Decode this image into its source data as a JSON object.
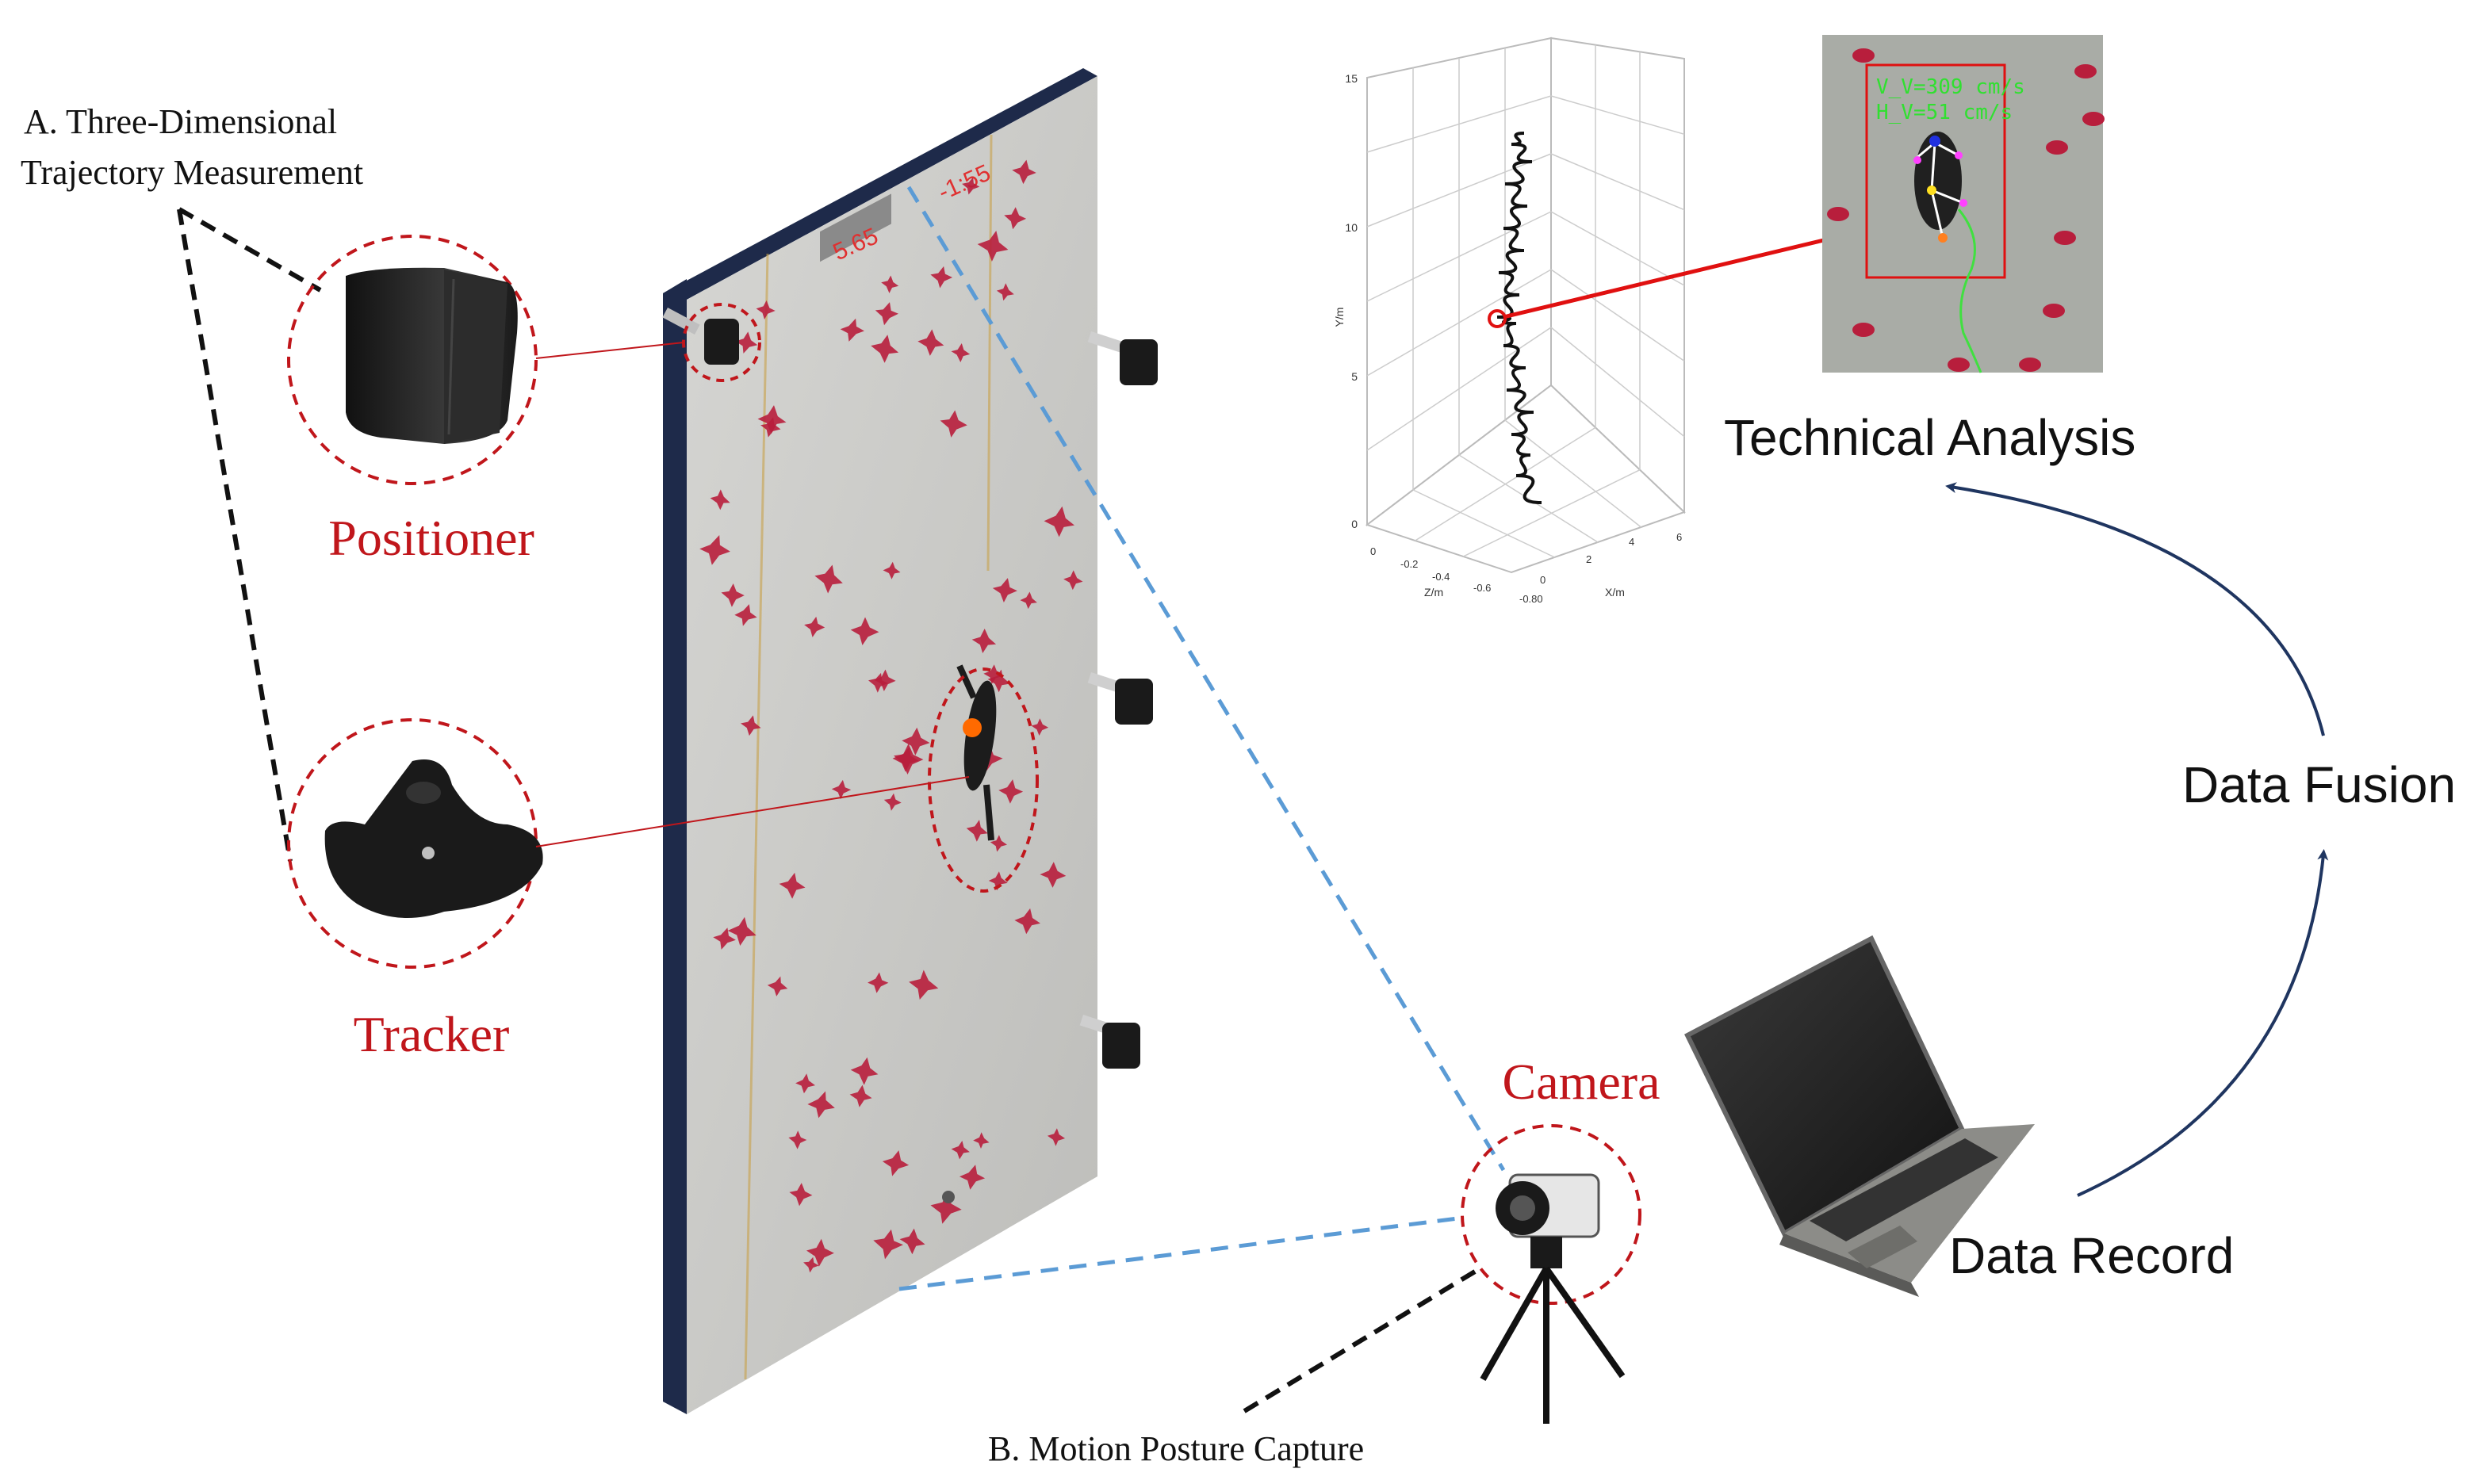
{
  "labels": {
    "section_a_line1": "A. Three-Dimensional",
    "section_a_line2": "Trajectory Measurement",
    "positioner": "Positioner",
    "tracker": "Tracker",
    "camera": "Camera",
    "section_b": "B. Motion Posture Capture",
    "technical_analysis": "Technical Analysis",
    "data_fusion": "Data Fusion",
    "data_record": "Data Record"
  },
  "timer": {
    "left": "5.65",
    "right": "-1:55"
  },
  "video_overlay": {
    "line1": "V_V=309 cm/s",
    "line2": "H_V=51 cm/s"
  },
  "plot3d": {
    "y_ticks": [
      "0",
      "5",
      "10",
      "15"
    ],
    "y_label": "Y/m",
    "z_ticks": [
      "0",
      "-0.2",
      "-0.4",
      "-0.6",
      "-0.80"
    ],
    "z_label": "Z/m",
    "x_ticks": [
      "0",
      "2",
      "4",
      "6"
    ],
    "x_label": "X/m"
  },
  "colors": {
    "annotation_red": "#c0161b",
    "camera_link_blue": "#5b9bd5",
    "flow_arrow_navy": "#1f3560",
    "wall_face": "#c9c9c6",
    "wall_edge": "#1e2a4a",
    "hold_red": "#b81e3c"
  }
}
